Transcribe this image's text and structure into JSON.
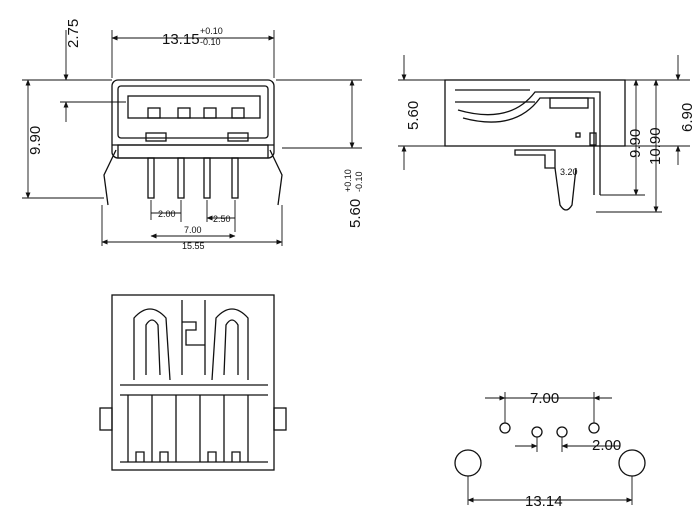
{
  "front_view": {
    "width_label": "13.15",
    "width_tol_plus": "+0.10",
    "width_tol_minus": "-0.10",
    "top_offset_label": "2.75",
    "height_label": "9.90",
    "right_height_label": "5.60",
    "right_tol_plus": "+0.10",
    "right_tol_minus": "-0.10",
    "pitch_label": "2.00",
    "pitch2_label": "2.50",
    "span_label": "7.00",
    "overall_label": "15.55"
  },
  "side_view": {
    "height_a_label": "5.60",
    "height_b_label": "9.90",
    "height_c_label": "10.90",
    "height_d_label": "6.90",
    "small_label": "3.20"
  },
  "footprint": {
    "span_label": "7.00",
    "pitch_label": "2.00",
    "width_label": "13.14"
  }
}
